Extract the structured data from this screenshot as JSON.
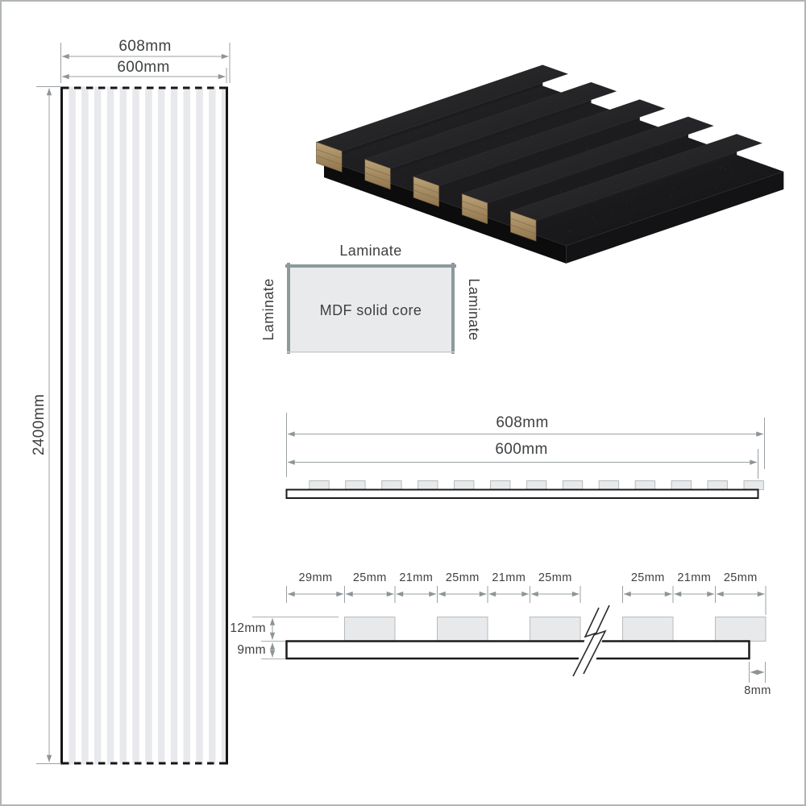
{
  "front_view": {
    "dim_outer_width": "608mm",
    "dim_inner_width": "600mm",
    "dim_height": "2400mm"
  },
  "core_diagram": {
    "label_top": "Laminate",
    "label_left": "Laminate",
    "label_right": "Laminate",
    "label_center": "MDF solid core"
  },
  "section_view": {
    "dim_outer_width": "608mm",
    "dim_inner_width": "600mm",
    "slat_count": 13
  },
  "detail_view": {
    "top_dims": [
      "29mm",
      "25mm",
      "21mm",
      "25mm",
      "21mm",
      "25mm",
      "25mm",
      "21mm",
      "25mm"
    ],
    "dim_slat_height": "12mm",
    "dim_base_thickness": "9mm",
    "dim_overhang": "8mm",
    "slat_count": 5
  },
  "render_3d": {
    "slat_count": 5,
    "colors": {
      "slat_top": "#2b2b2d",
      "slat_side": "#1c1c1e",
      "wood_light": "#b79d72",
      "wood_dark": "#8f744d",
      "felt": "#19191b",
      "felt_edge": "#0c0c0d"
    }
  },
  "colors": {
    "dim_line": "#9aa0a3",
    "text": "#3e4042",
    "slat_fill": "#e8e9eb",
    "slat_border": "#b7bbbd",
    "outline": "#1b1b1b",
    "laminate_border": "#8d999a",
    "core_fill": "#e9eaeb",
    "background": "#ffffff"
  }
}
